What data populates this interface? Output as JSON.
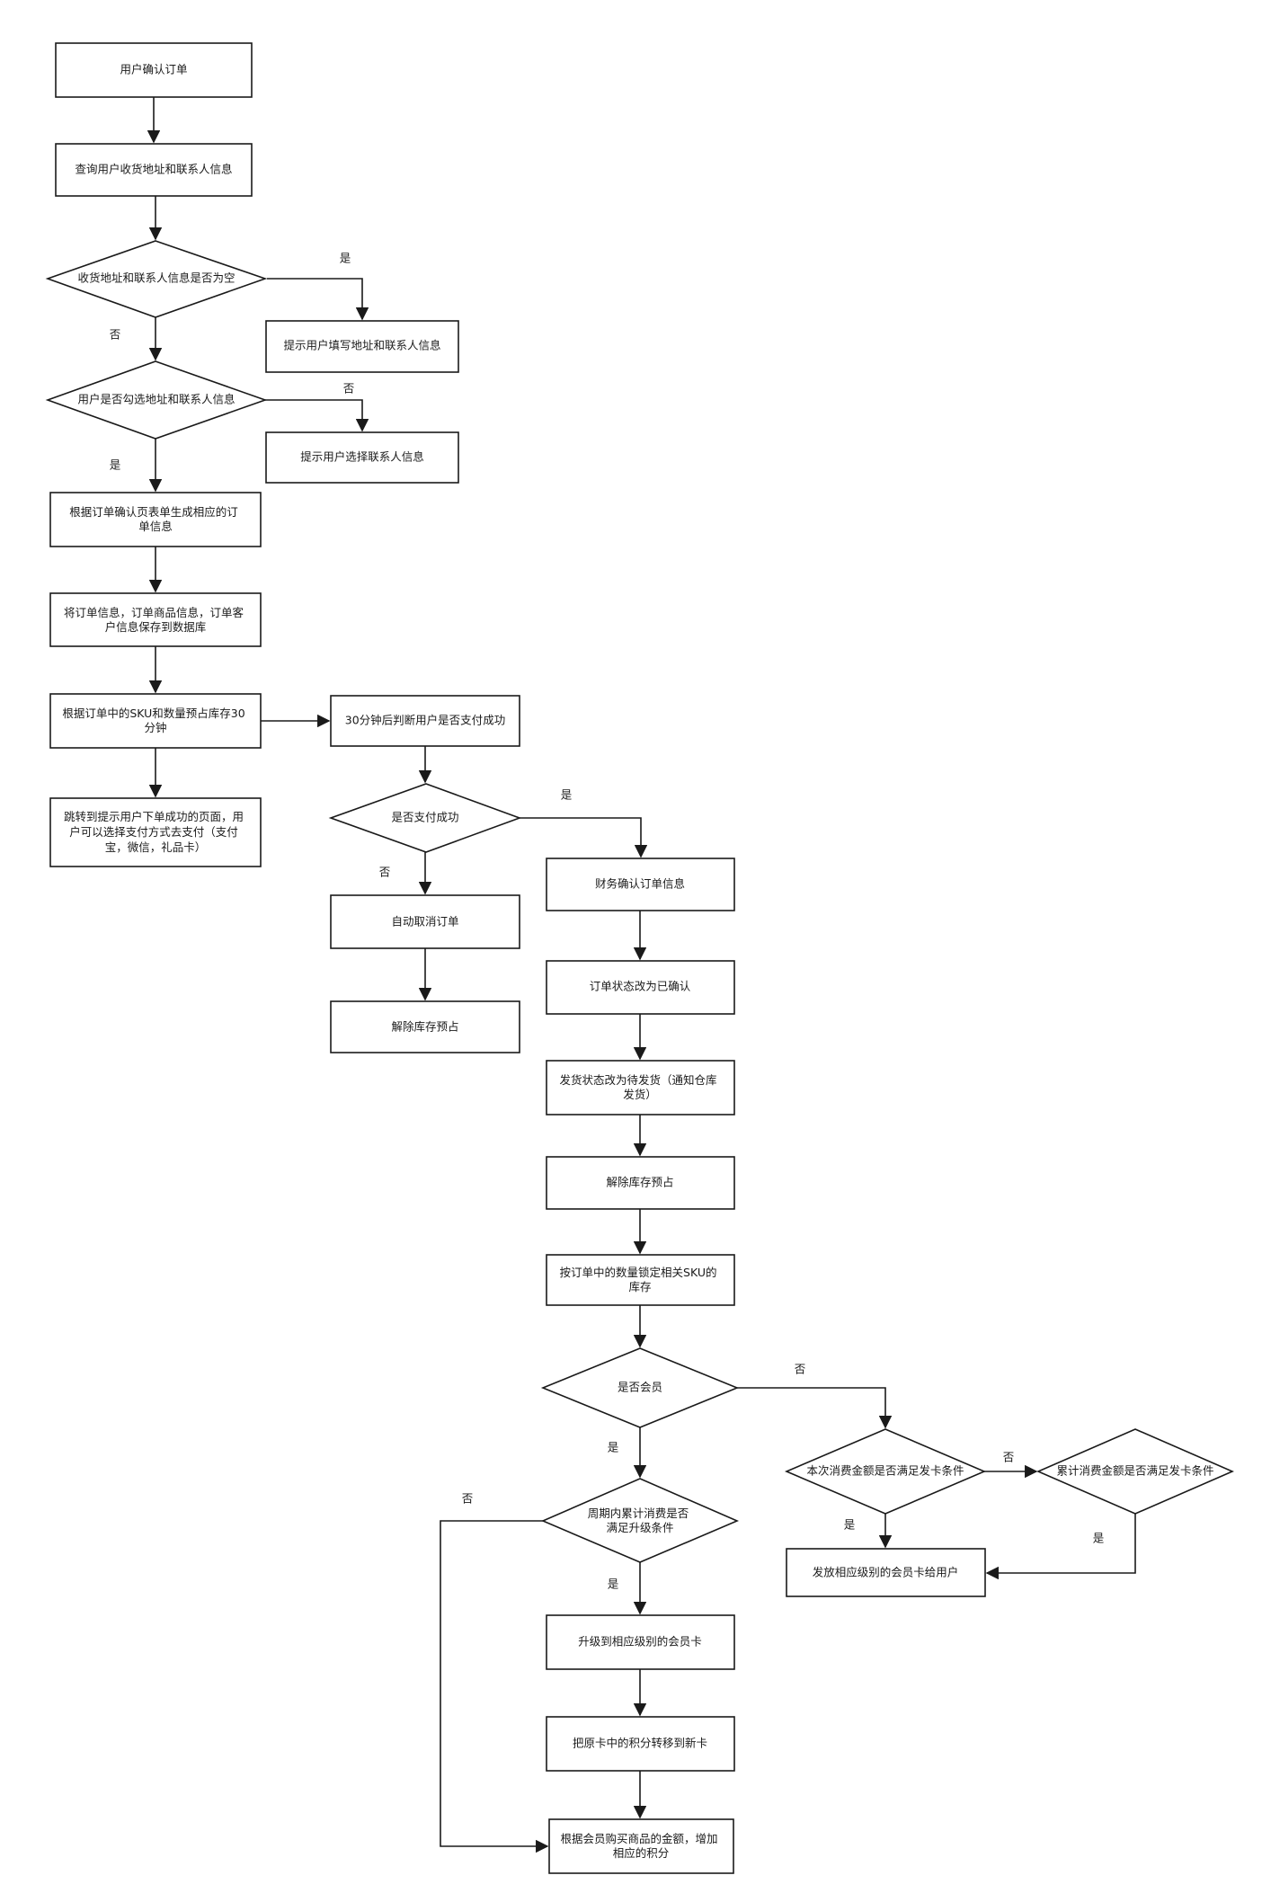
{
  "nodes": {
    "n1": "用户确认订单",
    "n2": "查询用户收货地址和联系人信息",
    "d1": "收货地址和联系人信息是否为空",
    "n3": "提示用户填写地址和联系人信息",
    "d2": "用户是否勾选地址和联系人信息",
    "n4": "提示用户选择联系人信息",
    "n5": [
      "根据订单确认页表单生成相应的订",
      "单信息"
    ],
    "n6": [
      "将订单信息，订单商品信息，订单客",
      "户信息保存到数据库"
    ],
    "n7": [
      "根据订单中的SKU和数量预占库存30",
      "分钟"
    ],
    "n8": [
      "跳转到提示用户下单成功的页面，用",
      "户可以选择支付方式去支付（支付",
      "宝，微信，礼品卡）"
    ],
    "n9": "30分钟后判断用户是否支付成功",
    "d3": "是否支付成功",
    "n10": "自动取消订单",
    "n11": "解除库存预占",
    "n12": "财务确认订单信息",
    "n13": "订单状态改为已确认",
    "n14": [
      "发货状态改为待发货（通知仓库",
      "发货）"
    ],
    "n15": "解除库存预占",
    "n16": [
      "按订单中的数量锁定相关SKU的",
      "库存"
    ],
    "d4": "是否会员",
    "d5": [
      "周期内累计消费是否",
      "满足升级条件"
    ],
    "n17": "升级到相应级别的会员卡",
    "n18": "把原卡中的积分转移到新卡",
    "n19": [
      "根据会员购买商品的金额，增加",
      "相应的积分"
    ],
    "d6": "本次消费金额是否满足发卡条件",
    "d7": "累计消费金额是否满足发卡条件",
    "n20": "发放相应级别的会员卡给用户"
  },
  "edge_labels": {
    "d1_yes": "是",
    "d1_no": "否",
    "d2_no": "否",
    "d2_yes": "是",
    "d3_yes": "是",
    "d3_no": "否",
    "d4_no": "否",
    "d4_yes": "是",
    "d5_no": "否",
    "d5_yes": "是",
    "d6_no": "否",
    "d6_yes": "是",
    "d7_yes": "是"
  },
  "colors": {
    "stroke": "#1a1a1a",
    "fill": "#ffffff"
  }
}
